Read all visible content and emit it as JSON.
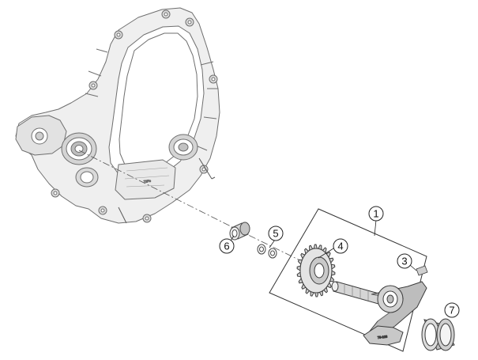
{
  "colors": {
    "line": "#6f6f6f",
    "line_dark": "#3c3c3c",
    "fill_light": "#e6e6e6",
    "fill_mid": "#c9c9c9",
    "fill_dark": "#8a8a8a",
    "callout_stroke": "#222222",
    "background": "#ffffff"
  },
  "callouts": {
    "c1": "1",
    "c3": "3",
    "c4": "4",
    "c5": "5",
    "c6": "6",
    "c7": "7"
  },
  "stamps": {
    "cover_mark": "72Fe",
    "shaft_mark": "79-103"
  }
}
